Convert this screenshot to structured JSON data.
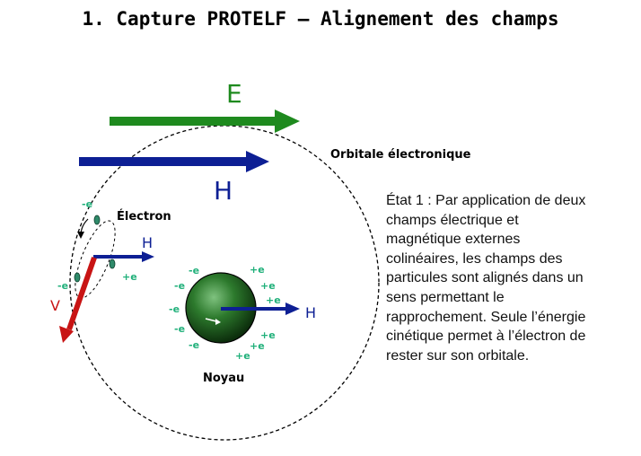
{
  "title": "1. Capture PROTELF – Alignement des champs",
  "labels": {
    "e_field": "E",
    "h_field": "H",
    "orbitale": "Orbitale électronique",
    "electron": "Électron",
    "noyau": "Noyau",
    "velocity": "V",
    "h_small": "H",
    "h_nucleus": "H",
    "neg_charge": "-e",
    "pos_charge": "+e"
  },
  "colors": {
    "e_arrow": "#1e8a1e",
    "h_arrow": "#0d1f94",
    "velocity_arrow": "#c81414",
    "charge_text": "#20b07a",
    "nucleus": "#2d7a2d"
  },
  "description": "État 1 : Par application de deux champs électrique et magnétique externes colinéaires, les champs des particules sont alignés dans un sens permettant le rapprochement. Seule l’énergie cinétique permet à l’électron de rester sur son orbitale."
}
